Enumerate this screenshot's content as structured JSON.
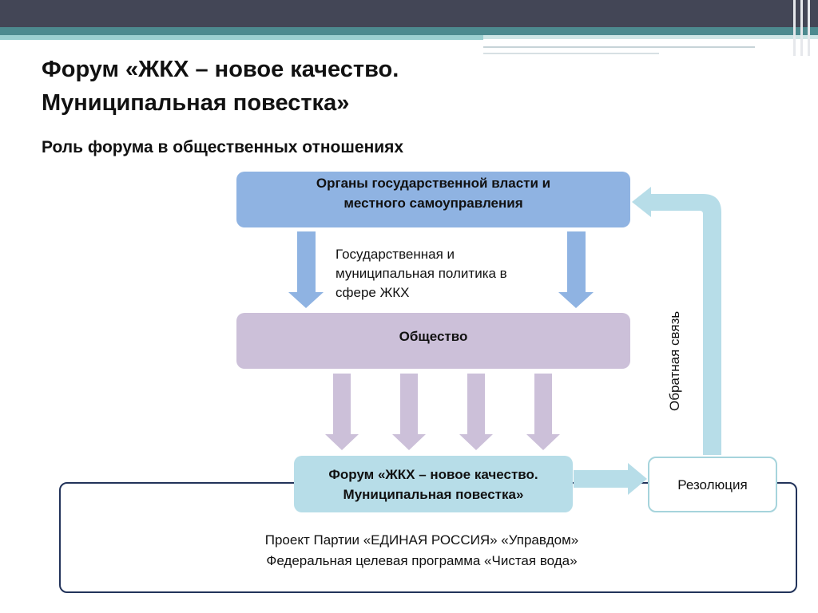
{
  "title_lines": [
    "Форум  «ЖКХ – новое качество.",
    "Муниципальная повестка»"
  ],
  "subtitle": "Роль форума в общественных отношениях",
  "nodes": {
    "gov": "Органы государственной власти и\nместного самоуправления",
    "society": "Общество",
    "forum": "Форум «ЖКХ – новое качество.\nМуниципальная повестка»",
    "resolution": "Резолюция"
  },
  "policy_label": "Государственная и\nмуниципальная политика в\nсфере ЖКХ",
  "feedback_label": "Обратная связь",
  "projects": [
    "Проект Партии «ЕДИНАЯ РОССИЯ» «Управдом»",
    "Федеральная целевая программа «Чистая вода»"
  ],
  "colors": {
    "gov_fill": "#8fb3e2",
    "society_fill": "#ccc0d9",
    "forum_fill": "#b7dde8",
    "gov_arrow": "#8fb3e2",
    "society_arrow": "#ccc0d9",
    "feedback_arrow": "#b7dde8",
    "frame_border": "#22335a"
  }
}
